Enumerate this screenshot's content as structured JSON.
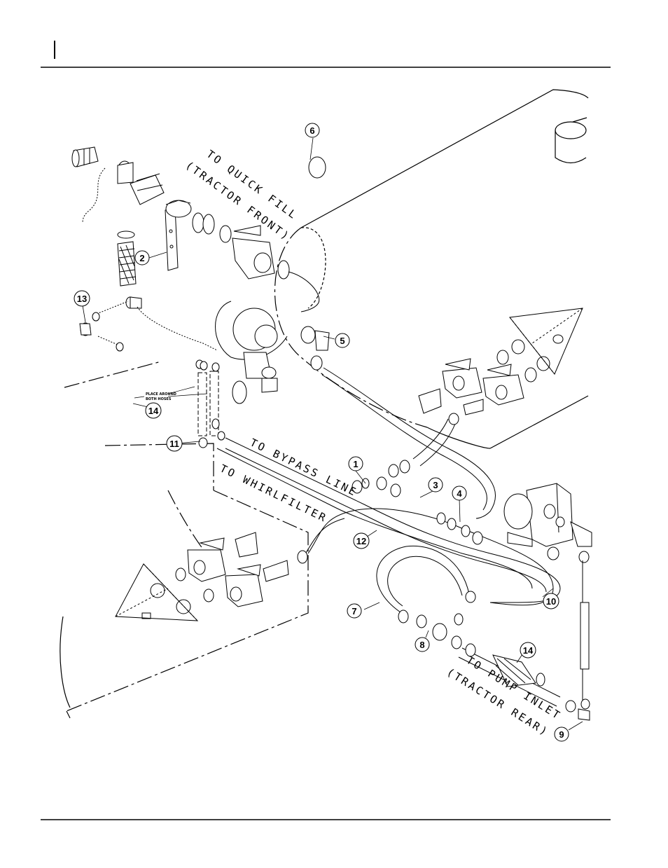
{
  "callouts": [
    {
      "id": "1",
      "label": "1"
    },
    {
      "id": "2",
      "label": "2"
    },
    {
      "id": "3",
      "label": "3"
    },
    {
      "id": "4",
      "label": "4"
    },
    {
      "id": "5",
      "label": "5"
    },
    {
      "id": "6",
      "label": "6"
    },
    {
      "id": "7",
      "label": "7"
    },
    {
      "id": "8",
      "label": "8"
    },
    {
      "id": "9",
      "label": "9"
    },
    {
      "id": "10",
      "label": "10"
    },
    {
      "id": "11",
      "label": "11"
    },
    {
      "id": "12",
      "label": "12"
    },
    {
      "id": "13",
      "label": "13"
    },
    {
      "id": "14a",
      "label": "14"
    },
    {
      "id": "14b",
      "label": "14"
    }
  ],
  "routes": {
    "quick_fill_1": "TO QUICK FILL",
    "quick_fill_2": "(TRACTOR FRONT)",
    "bypass": "TO BYPASS LINE",
    "whirlfilter": "TO WHIRLFILTER",
    "pump_inlet_1": "TO PUMP INLET",
    "pump_inlet_2": "(TRACTOR REAR)"
  },
  "notes": {
    "place_around_1": "PLACE AROUND",
    "place_around_2": "BOTH HOSES"
  }
}
